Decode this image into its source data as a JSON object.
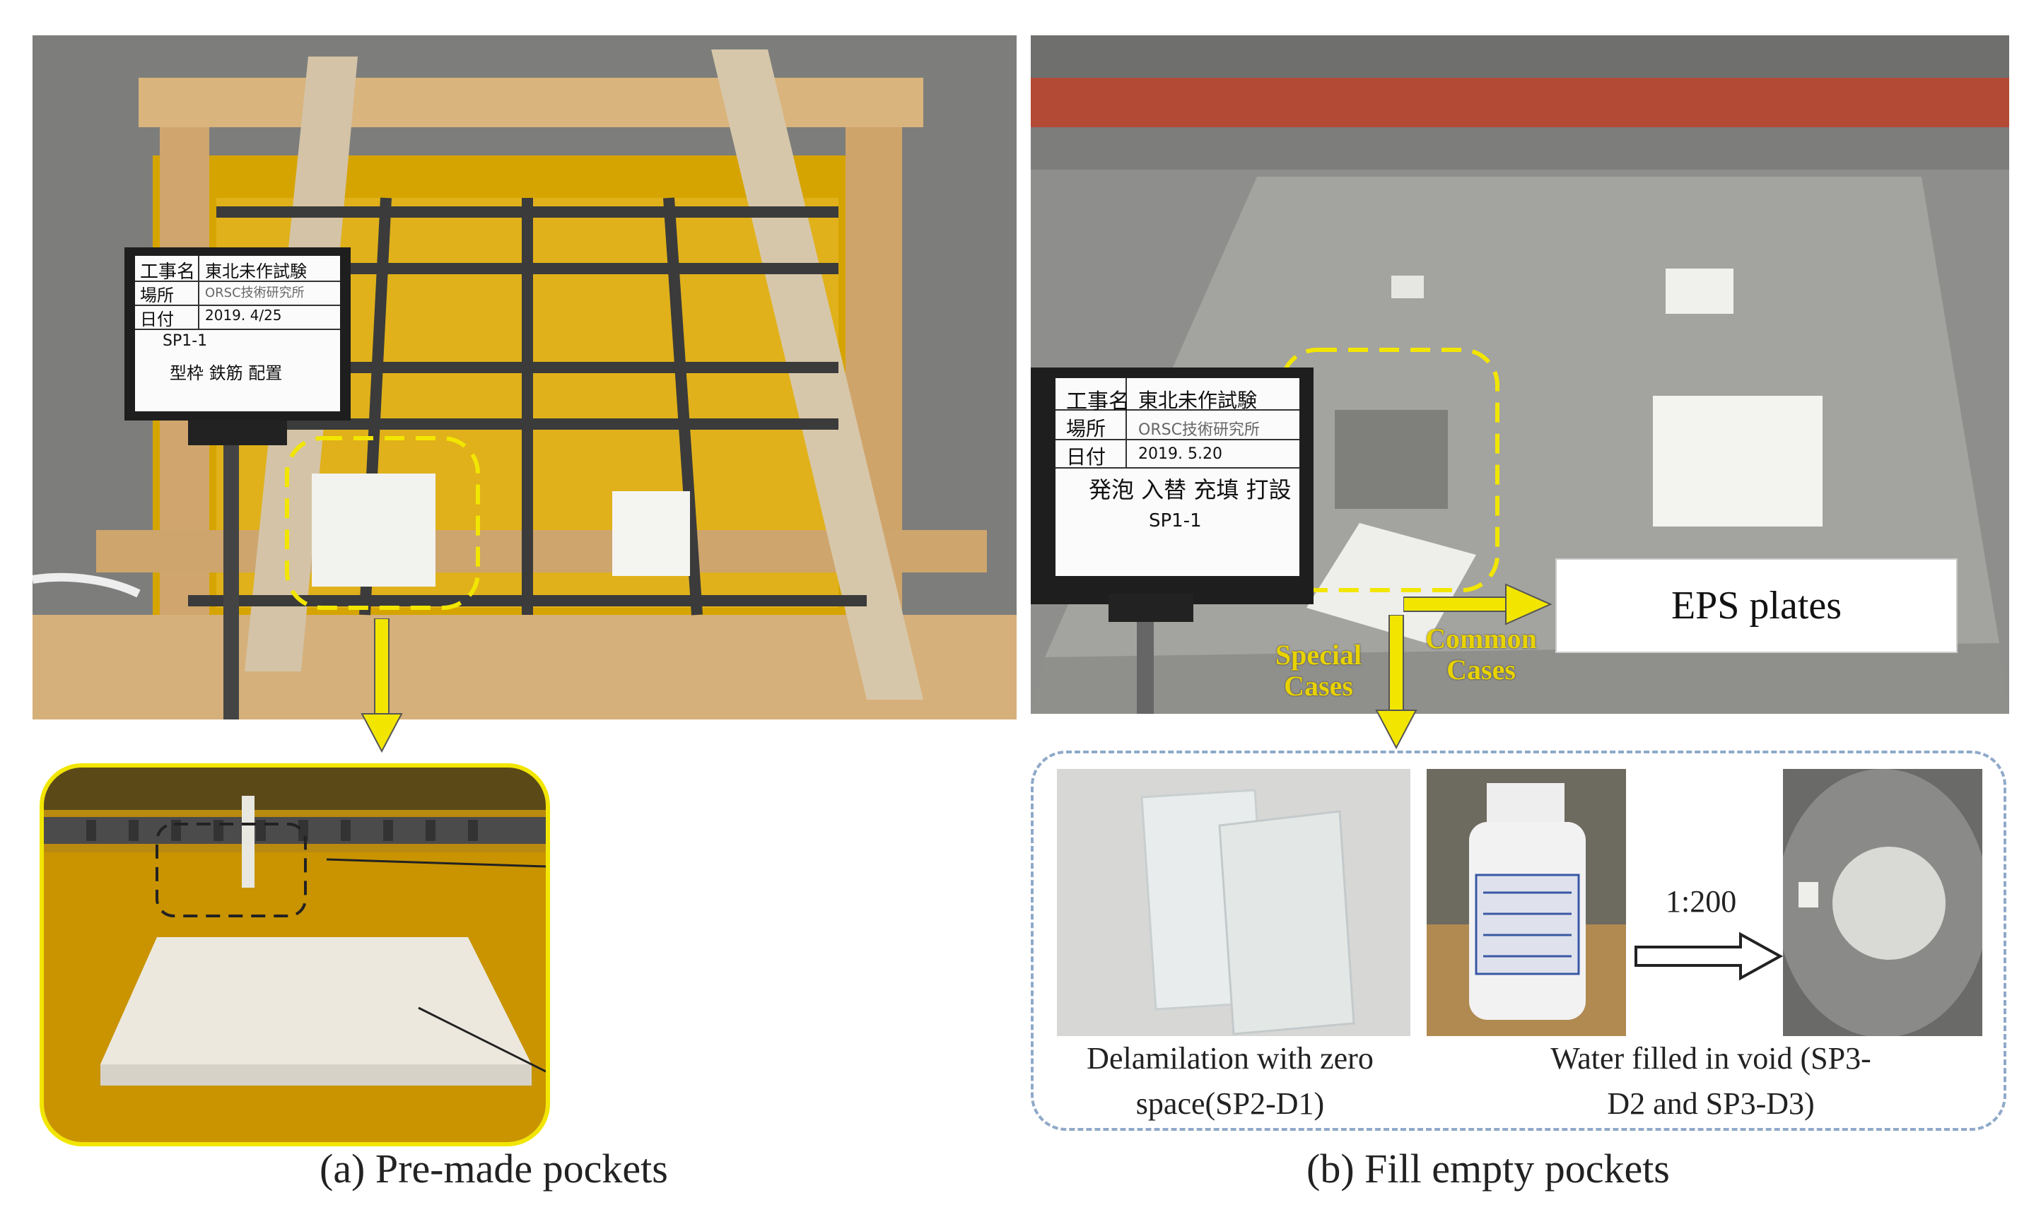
{
  "panel_a": {
    "caption": "(a) Pre-made pockets",
    "sign": {
      "row1_label": "工事名",
      "row1_value": "東北未作試験",
      "row2_label": "場所",
      "row2_value": "ORSC技術研究所",
      "row3_label": "日付",
      "row3_value": "2019. 4/25",
      "line4": "SP1-1",
      "line5": "型枠 鉄筋 配置"
    }
  },
  "panel_b": {
    "caption": "(b) Fill empty pockets",
    "eps_label": "EPS plates",
    "special_cases": "Special Cases",
    "common_cases": "Common Cases",
    "ratio": "1:200",
    "caption_left": "Delamilation with zero space(SP2-D1)",
    "caption_right": "Water filled in void (SP3-D2 and SP3-D3)",
    "sign": {
      "row1_label": "工事名",
      "row1_value": "東北未作試験",
      "row2_label": "場所",
      "row2_value": "ORSC技術研究所",
      "row3_label": "日付",
      "row3_value": "2019. 5.20",
      "line4": "発泡 入替 充填 打設",
      "line5": "SP1-1"
    }
  },
  "colors": {
    "yellow_accent": "#f2e600",
    "dashed_blue": "#8fa9c9",
    "formwork_yellow": "#d9a800",
    "wood": "#d8b27a",
    "concrete": "#9a9a96"
  }
}
